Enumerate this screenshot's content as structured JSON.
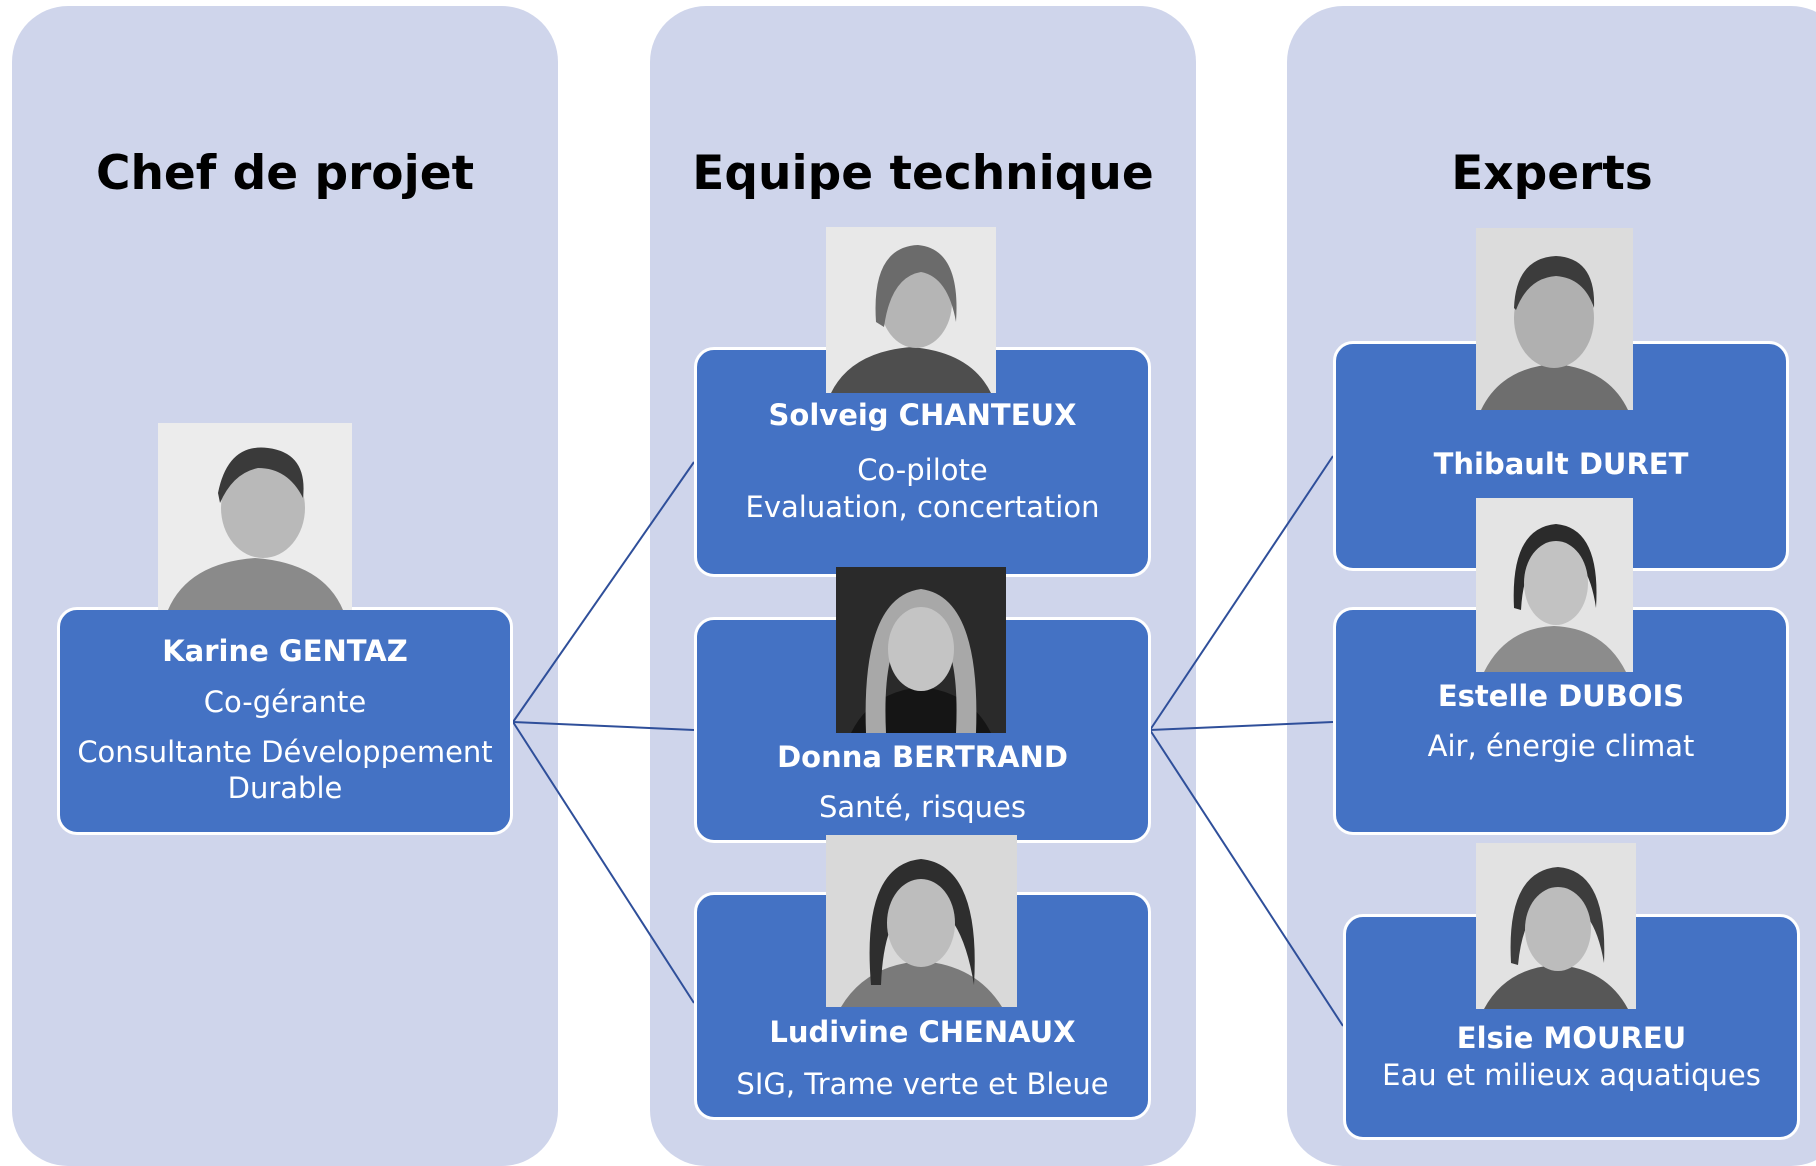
{
  "columns": [
    {
      "title": "Chef de projet"
    },
    {
      "title": "Equipe technique"
    },
    {
      "title": "Experts"
    }
  ],
  "people": {
    "gentaz": {
      "name": "Karine GENTAZ",
      "role1": "Co-gérante",
      "role2": "Consultante Développement",
      "role3": "Durable"
    },
    "chanteux": {
      "name": "Solveig CHANTEUX",
      "role1": "Co-pilote",
      "role2": "Evaluation, concertation"
    },
    "bertrand": {
      "name": "Donna BERTRAND",
      "role1": "Santé, risques"
    },
    "chenaux": {
      "name": "Ludivine CHENAUX",
      "role1": "SIG, Trame verte et Bleue"
    },
    "duret": {
      "name": "Thibault DURET"
    },
    "dubois": {
      "name": "Estelle DUBOIS",
      "role1": "Air, énergie climat"
    },
    "moureu": {
      "name": "Elsie MOUREU",
      "role1": "Eau et milieux aquatiques"
    }
  },
  "colors": {
    "column_bg": "#cfd5eb",
    "card_bg": "#4472c4",
    "connector": "#2f4f9a"
  }
}
